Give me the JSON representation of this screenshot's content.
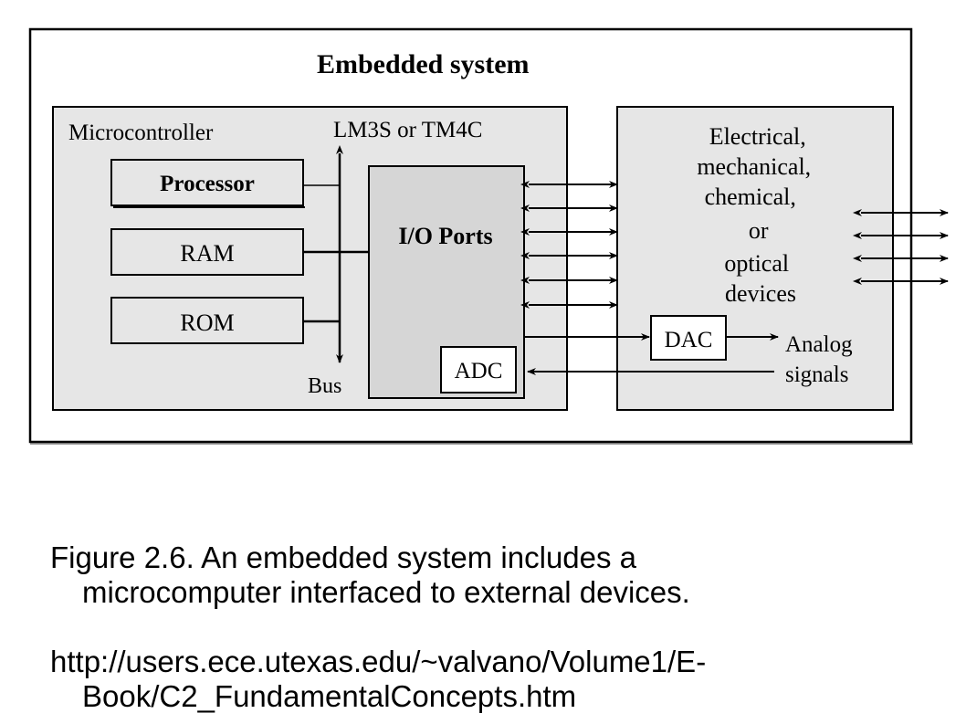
{
  "diagram": {
    "title": "Embedded system",
    "microcontroller_label": "Microcontroller",
    "chip_label": "LM3S or TM4C",
    "processor_label": "Processor",
    "ram_label": "RAM",
    "rom_label": "ROM",
    "bus_label": "Bus",
    "io_ports_label": "I/O Ports",
    "adc_label": "ADC",
    "dac_label": "DAC",
    "analog_label_line1": "Analog",
    "analog_label_line2": "signals",
    "devices_lines": [
      "Electrical,",
      "mechanical,",
      "chemical,",
      "or",
      "optical",
      "devices"
    ]
  },
  "caption": {
    "figure_line1": "Figure 2.6. An embedded system includes a",
    "figure_line2": "microcomputer interfaced to external devices.",
    "url_line1": "http://users.ece.utexas.edu/~valvano/Volume1/E-",
    "url_line2": "Book/C2_FundamentalConcepts.htm"
  }
}
